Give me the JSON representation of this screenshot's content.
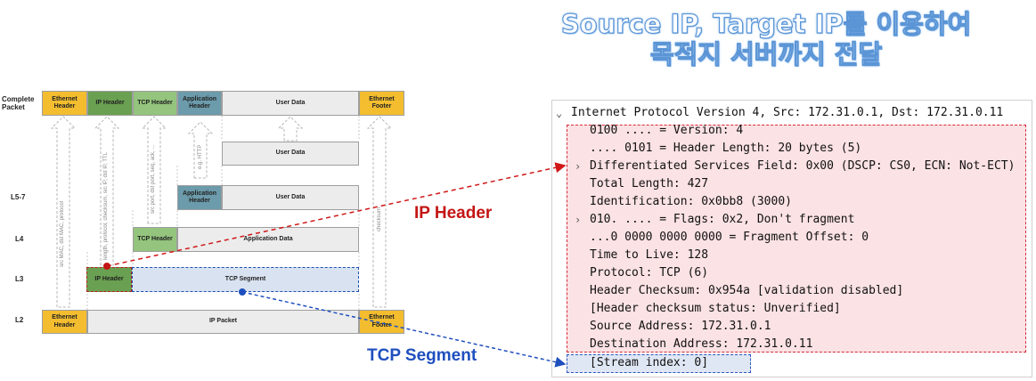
{
  "title": {
    "line1": "Source IP, Target IP를 이용하여",
    "line2": "목적지 서버까지 전달"
  },
  "colors": {
    "yellow": "#f3bd2f",
    "green_dark": "#6aa051",
    "green_light": "#94c47d",
    "teal": "#6c9bab",
    "red": "#d01818",
    "blue": "#1f4fbf"
  },
  "diagram": {
    "row_labels": {
      "complete": "Complete Packet",
      "l57": "L5-7",
      "l4": "L4",
      "l3": "L3",
      "l2": "L2"
    },
    "complete_row": {
      "eth_header": "Ethernet Header",
      "ip_header": "IP Header",
      "tcp_header": "TCP Header",
      "app_header": "Application Header",
      "user_data": "User Data",
      "eth_footer": "Ethernet Footer"
    },
    "l57_rows": {
      "user_data_1": "User Data",
      "app_header": "Application Header",
      "user_data_2": "User Data"
    },
    "l4_row": {
      "tcp_header": "TCP Header",
      "app_data": "Application Data"
    },
    "l3_row": {
      "ip_header": "IP Header",
      "tcp_segment": "TCP Segment"
    },
    "l2_row": {
      "eth_header": "Ethernet Header",
      "ip_packet": "IP Packet",
      "eth_footer": "Ethernet Footer"
    },
    "arrow_notes": {
      "eth": "src MAC, dst MAC, protocol",
      "ip": "length, protocol, checksum, src IP, dst IP, TTL",
      "tcp": "src port, dst port, seq, ack, ...",
      "app": "e.g. HTTP",
      "footer": "checksum"
    }
  },
  "annotations": {
    "ip_header": "IP Header",
    "tcp_segment": "TCP Segment"
  },
  "wireshark": {
    "header": "Internet Protocol Version 4, Src: 172.31.0.1, Dst: 172.31.0.11",
    "lines": [
      "0100 .... = Version: 4",
      ".... 0101 = Header Length: 20 bytes (5)",
      "Differentiated Services Field: 0x00 (DSCP: CS0, ECN: Not-ECT)",
      "Total Length: 427",
      "Identification: 0x0bb8 (3000)",
      "010. .... = Flags: 0x2, Don't fragment",
      "...0 0000 0000 0000 = Fragment Offset: 0",
      "Time to Live: 128",
      "Protocol: TCP (6)",
      "Header Checksum: 0x954a [validation disabled]",
      "[Header checksum status: Unverified]",
      "Source Address: 172.31.0.1",
      "Destination Address: 172.31.0.11"
    ],
    "stream_line": "[Stream index: 0]"
  }
}
